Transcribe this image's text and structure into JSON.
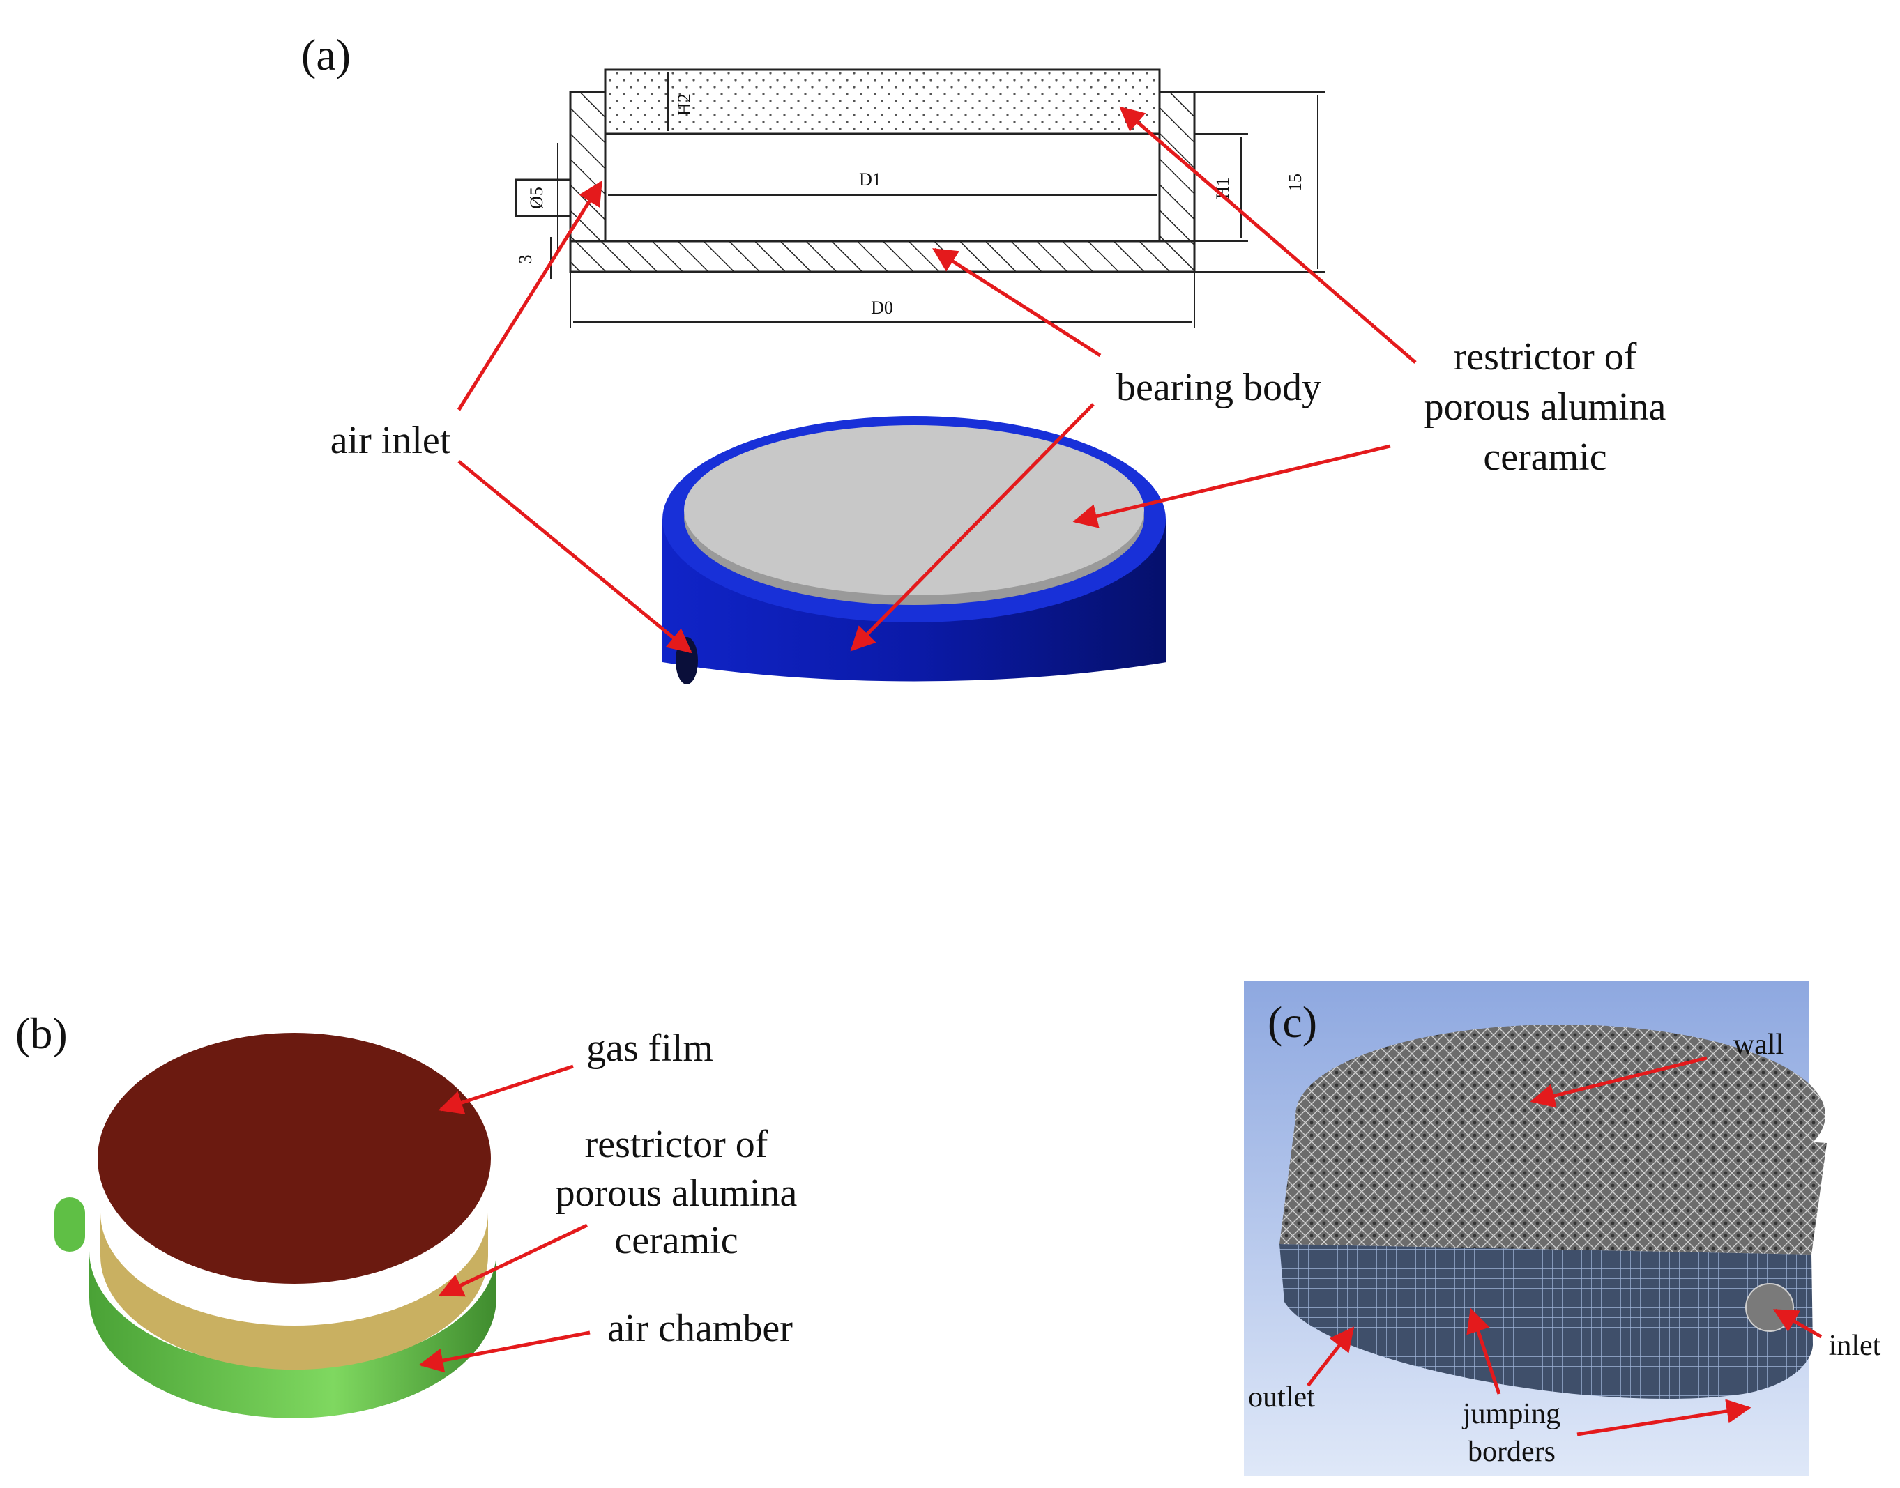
{
  "panels": {
    "a": "(a)",
    "b": "(b)",
    "c": "(c)"
  },
  "panel_a": {
    "dims": {
      "h2": "H2",
      "d1": "D1",
      "d0": "D0",
      "phi5": "Ø5",
      "three": "3",
      "h1": "H1",
      "fifteen": "15"
    },
    "labels": {
      "air_inlet": "air inlet",
      "bearing_body": "bearing body",
      "restrictor_line1": "restrictor of",
      "restrictor_line2": "porous alumina",
      "restrictor_line3": "ceramic"
    }
  },
  "panel_b": {
    "labels": {
      "gas_film": "gas film",
      "restrictor_line1": "restrictor of",
      "restrictor_line2": "porous alumina",
      "restrictor_line3": "ceramic",
      "air_chamber": "air chamber"
    }
  },
  "panel_c": {
    "labels": {
      "wall": "wall",
      "inlet": "inlet",
      "outlet": "outlet",
      "jumping_line1": "jumping",
      "jumping_line2": "borders"
    }
  },
  "colors": {
    "arrow": "#e41a1c",
    "bearing_body": "#0b1aa8",
    "restrictor_top": "#c8c8c8",
    "gas_film": "#6b1a10",
    "restrictor_band": "#c9b061",
    "air_chamber": "#5fbf45",
    "mesh_bg": "#a9bde6"
  }
}
